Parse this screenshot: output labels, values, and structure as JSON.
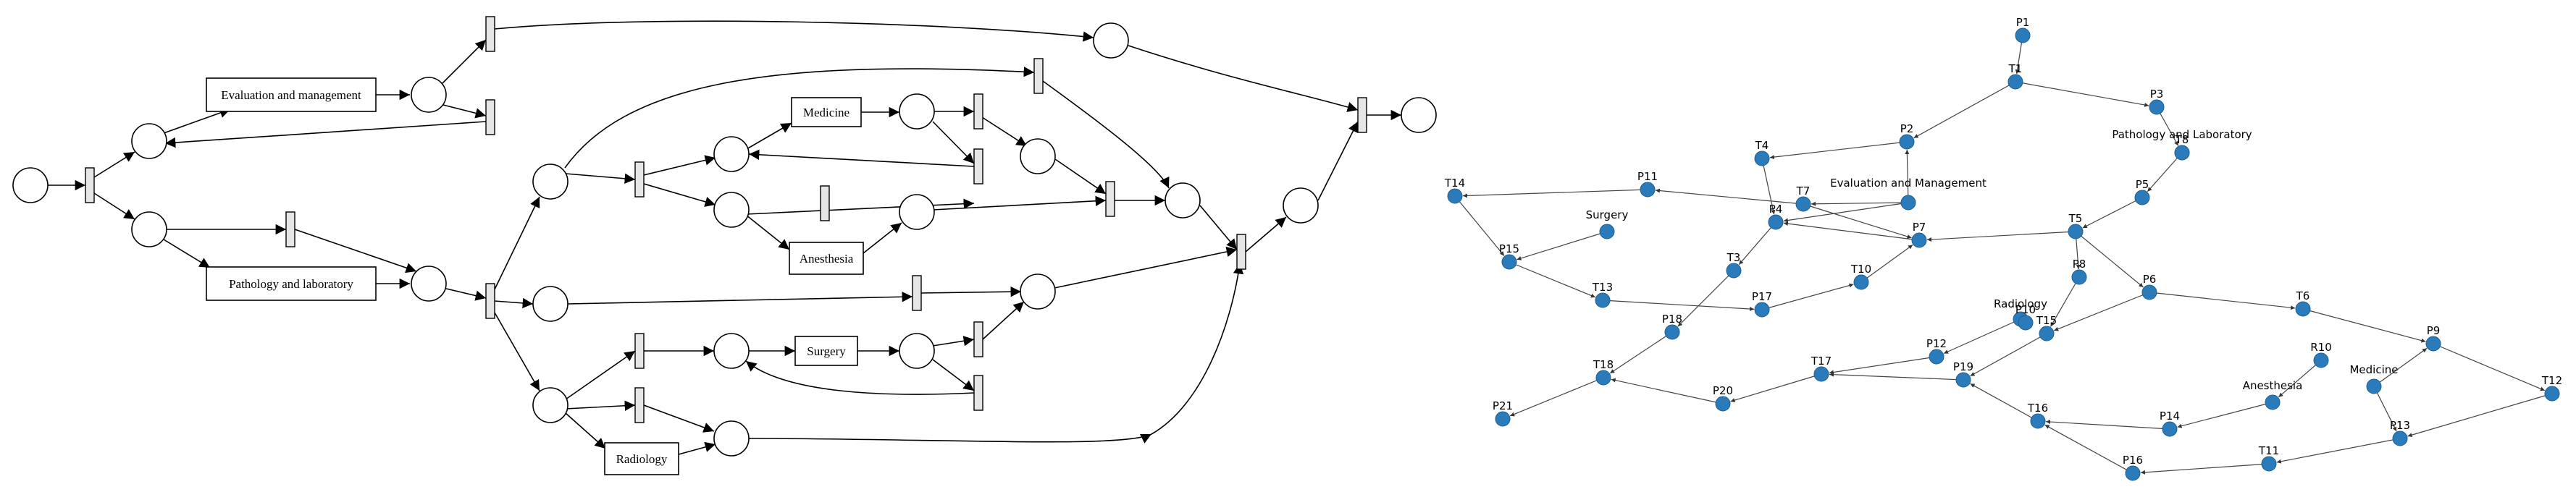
{
  "left_diagram": {
    "places": [
      "p-start",
      "p-a",
      "p-b",
      "p-em",
      "p-top",
      "p-path",
      "p-c",
      "p-d",
      "p-e",
      "p-f",
      "p-med-out",
      "p-g",
      "p-h",
      "p-med2",
      "p-i",
      "p-j",
      "p-surg-in",
      "p-surg-out",
      "p-k",
      "p-rad",
      "p-l",
      "p-end"
    ],
    "transitions": [
      "t0",
      "t1",
      "t2",
      "t3",
      "t4",
      "t5",
      "t6",
      "t7",
      "t8",
      "t9",
      "t10",
      "t11",
      "t12",
      "t13",
      "t14",
      "t15",
      "t16"
    ],
    "activities": {
      "em": "Evaluation and management",
      "path": "Pathology and laboratory",
      "med": "Medicine",
      "anes": "Anesthesia",
      "surg": "Surgery",
      "rad": "Radiology"
    }
  },
  "right_graph": {
    "nodes": {
      "P1": "P1",
      "T1": "T1",
      "P3": "P3",
      "T8": "T8",
      "PL": "Pathology and Laboratory",
      "P2": "P2",
      "T4": "T4",
      "P11": "P11",
      "T14": "T14",
      "T7": "T7",
      "EM": "Evaluation and Management",
      "SURG": "Surgery",
      "P4": "P4",
      "P5": "P5",
      "T5": "T5",
      "P7": "P7",
      "P15": "P15",
      "T3": "T3",
      "T10": "T10",
      "P8": "P8",
      "P6": "P6",
      "T6": "T6",
      "T13": "T13",
      "P17": "P17",
      "P18": "P18",
      "RAD": "Radiology",
      "P10": "P10",
      "T15": "T15",
      "P9": "P9",
      "P12": "P12",
      "T17": "T17",
      "P19": "P19",
      "T18": "T18",
      "P20": "P20",
      "R10": "R10",
      "MED": "Medicine",
      "ANES": "Anesthesia",
      "P21": "P21",
      "T16": "T16",
      "P14": "P14",
      "T12": "T12",
      "P13": "P13",
      "T11": "T11",
      "P16": "P16"
    }
  }
}
